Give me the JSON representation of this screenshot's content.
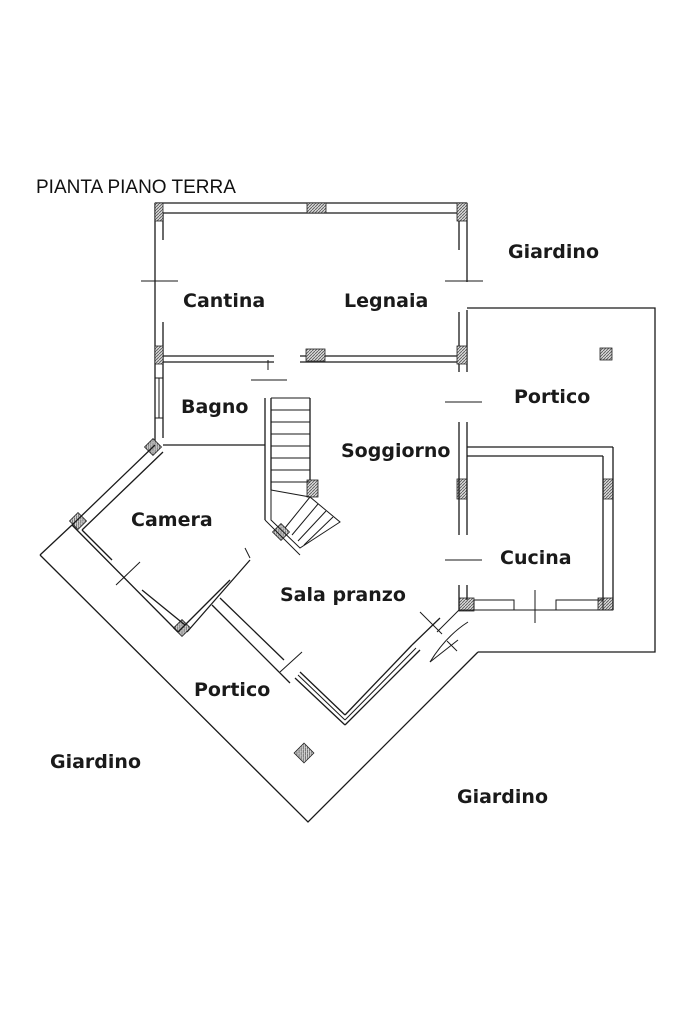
{
  "title": "PIANTA PIANO TERRA",
  "rooms": {
    "cantina": "Cantina",
    "legnaia": "Legnaia",
    "bagno": "Bagno",
    "soggiorno": "Soggiorno",
    "camera": "Camera",
    "sala_pranzo": "Sala pranzo",
    "cucina": "Cucina",
    "portico_east": "Portico",
    "portico_south": "Portico"
  },
  "outdoor": {
    "giardino_ne": "Giardino",
    "giardino_sw": "Giardino",
    "giardino_se": "Giardino"
  }
}
